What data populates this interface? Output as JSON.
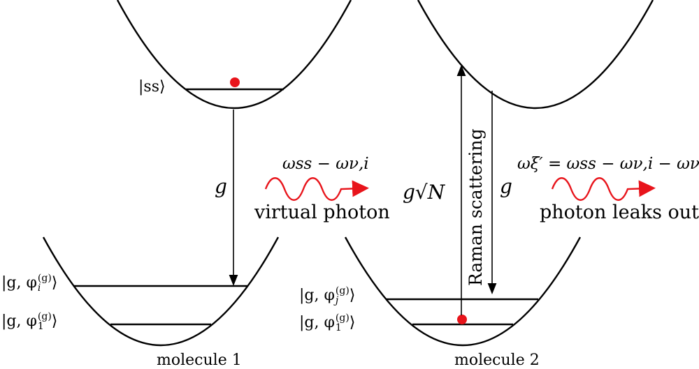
{
  "labels": {
    "ss_state": "|ss⟩",
    "state_g_i": "|g, φ",
    "state_g_j": "|g, φ",
    "state_g_1_left": "|g, φ",
    "state_g_1_right": "|g, φ",
    "superscript_g": "(g)",
    "sub_i": "i",
    "sub_j": "j",
    "sub_1": "1",
    "ket_close": "⟩",
    "coupling_g_left": "g",
    "coupling_g_right": "g",
    "coupling_gsqrtN": "g√N",
    "virtual_freq": "ωss − ων,i",
    "virtual_photon": "virtual photon",
    "raman": "Raman scattering",
    "leak_freq": "ωξ′ = ωss − ων,i − ων,j",
    "photon_leaks": "photon leaks out",
    "molecule1": "molecule 1",
    "molecule2": "molecule 2"
  },
  "colors": {
    "line": "#000000",
    "accent": "#e8141b"
  }
}
